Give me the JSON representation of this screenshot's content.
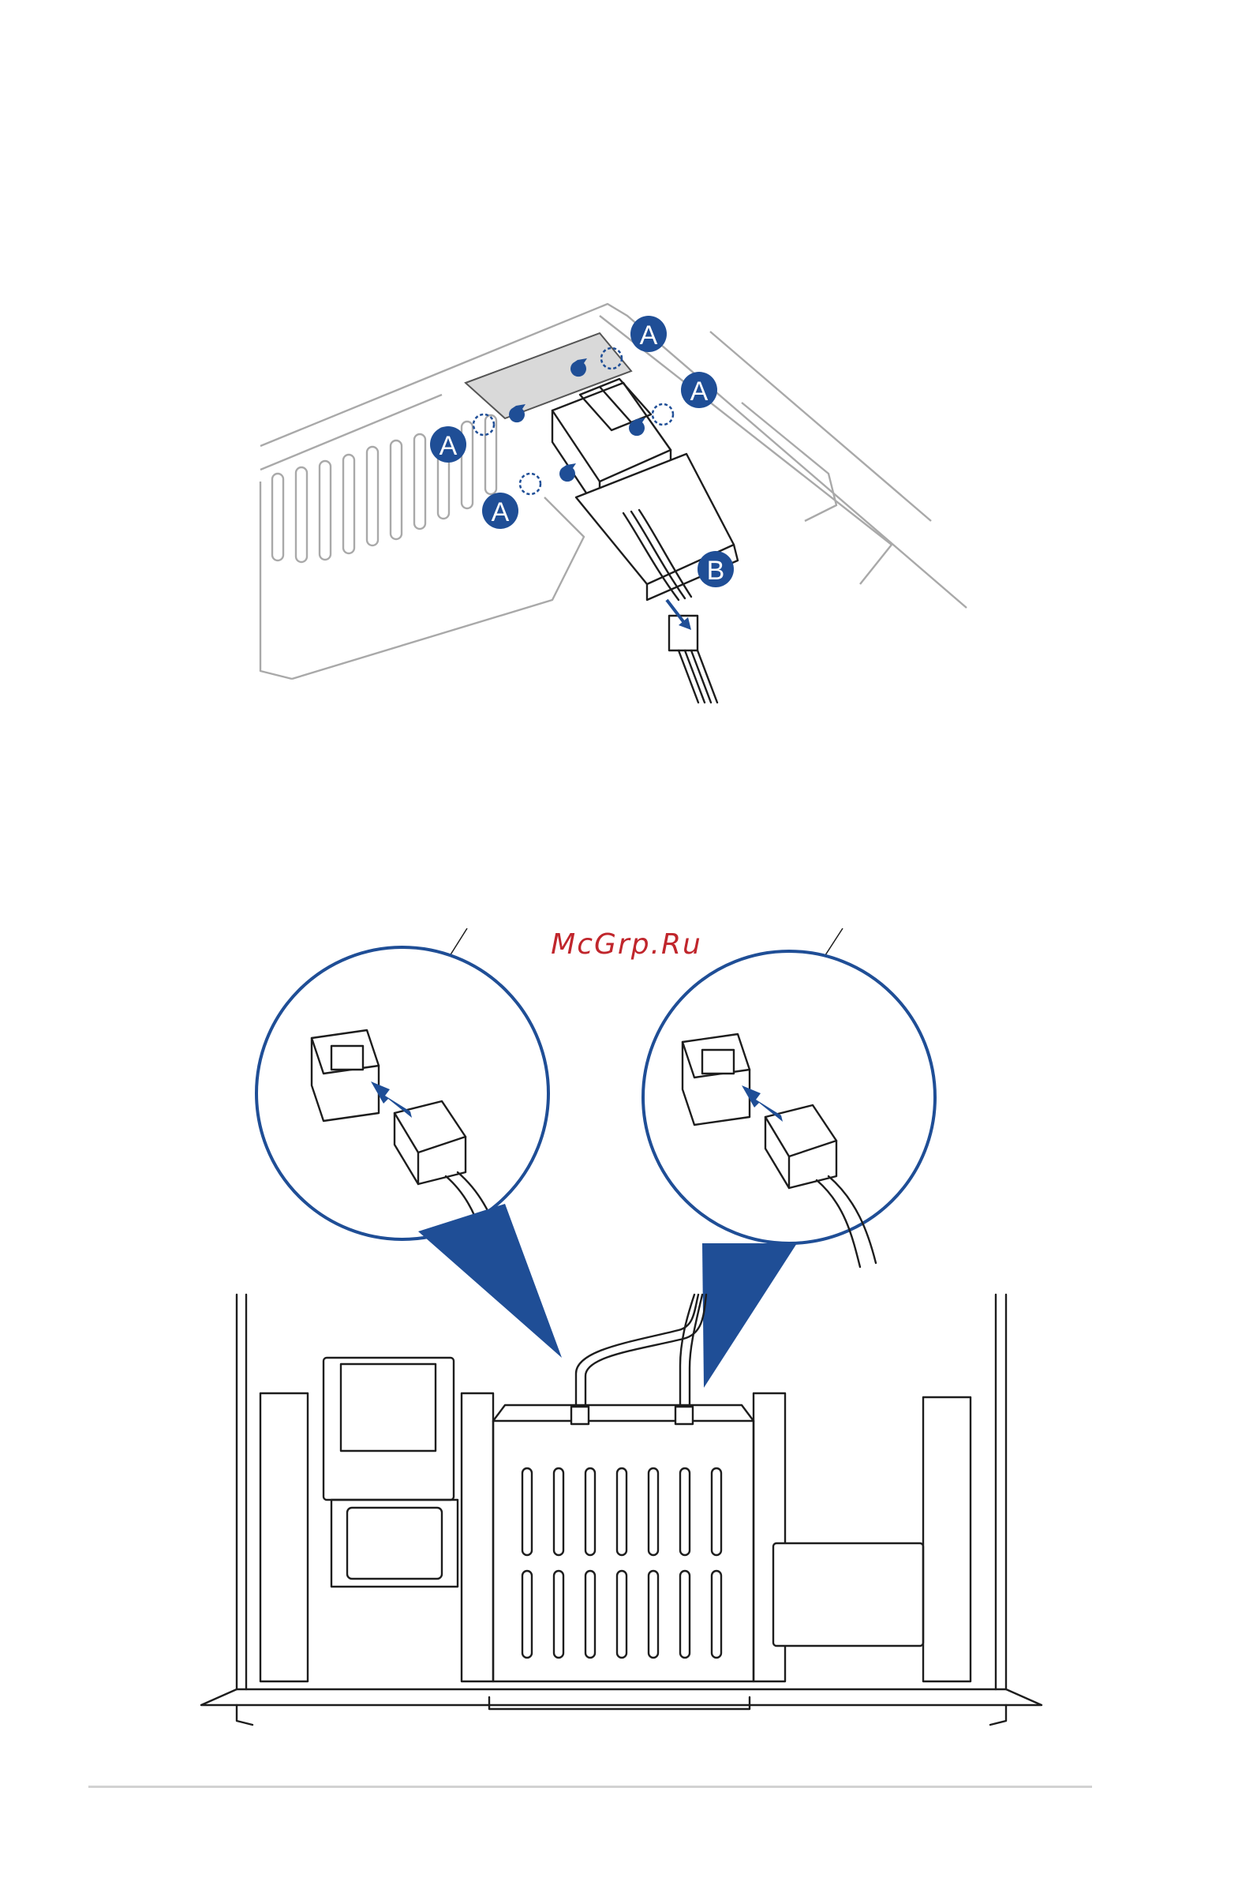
{
  "watermark": "McGrp.Ru",
  "figure_top": {
    "callouts": [
      "A",
      "A",
      "A",
      "A",
      "B"
    ]
  },
  "colors": {
    "accent_blue": "#1f4e96",
    "line": "#1d1d1d",
    "chassis_gray": "#a9a9a9",
    "watermark_red": "#c0262c"
  }
}
